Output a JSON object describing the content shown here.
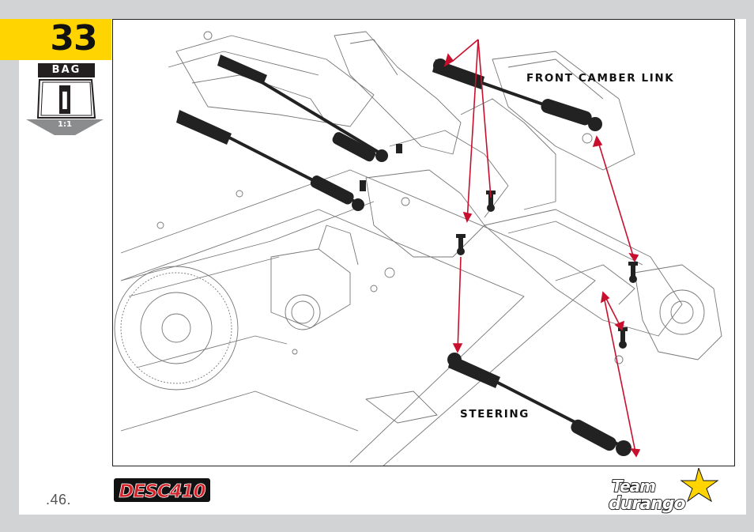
{
  "step": {
    "number": "33"
  },
  "bag": {
    "label": "BAG",
    "id": "I"
  },
  "scale": {
    "label": "1:1"
  },
  "callouts": {
    "front_camber_link": "FRONT CAMBER LINK",
    "steering": "STEERING"
  },
  "footer": {
    "page_number": ".46.",
    "product_logo": "DESC410",
    "brand_logo": "Team Durango"
  },
  "colors": {
    "background": "#d2d3d5",
    "step_tab": "#ffd400",
    "arrow": "#c8102e",
    "part": "#222222",
    "logo_red": "#d2232a"
  },
  "icons": [
    "bag-icon",
    "scale-arrow-icon",
    "assembly-arrow-icon"
  ]
}
